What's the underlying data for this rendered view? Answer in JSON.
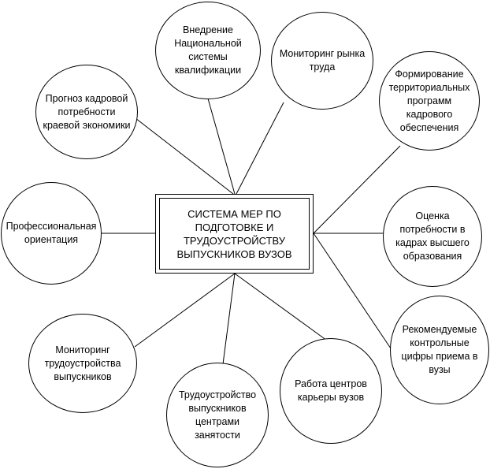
{
  "center": {
    "text": "СИСТЕМА МЕР ПО ПОДГОТОВКЕ И ТРУДОУСТРОЙСТВУ ВЫПУСКНИКОВ ВУЗОВ"
  },
  "nodes": [
    {
      "id": "nsk",
      "text": "Внедрение Национальной системы квалификации"
    },
    {
      "id": "labor-market",
      "text": "Мониторинг рынка труда"
    },
    {
      "id": "territorial",
      "text": "Формирование территориальных программ кадрового обеспечения"
    },
    {
      "id": "forecast",
      "text": "Прогноз кадровой потребности краевой экономики"
    },
    {
      "id": "career-guidance",
      "text": "Профессиональная ориентация"
    },
    {
      "id": "higher-ed",
      "text": "Оценка потребности в кадрах высшего образования"
    },
    {
      "id": "admission",
      "text": "Рекомендуемые контрольные цифры приема в вузы"
    },
    {
      "id": "grad-monitoring",
      "text": "Мониторинг трудоустройства выпускников"
    },
    {
      "id": "employment-centers",
      "text": "Трудоустройство выпускников центрами занятости"
    },
    {
      "id": "career-centers",
      "text": "Работа центров карьеры вузов"
    }
  ]
}
